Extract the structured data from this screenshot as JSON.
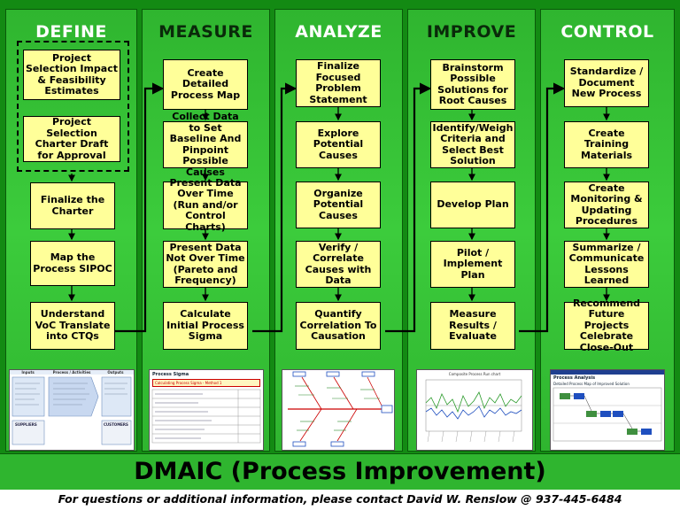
{
  "phases": [
    {
      "name": "DEFINE",
      "steps": [
        "Project Selection Impact & Feasibility Estimates",
        "Project Selection Charter Draft for Approval",
        "Finalize the Charter",
        "Map the Process SIPOC",
        "Understand VoC Translate into CTQs"
      ]
    },
    {
      "name": "MEASURE",
      "steps": [
        "Create Detailed Process Map",
        "Collect Data to Set Baseline And Pinpoint Possible Causes",
        "Present Data Over Time (Run and/or Control Charts)",
        "Present Data Not Over Time (Pareto and Frequency)",
        "Calculate Initial Process Sigma"
      ]
    },
    {
      "name": "ANALYZE",
      "steps": [
        "Finalize Focused Problem Statement",
        "Explore Potential Causes",
        "Organize Potential Causes",
        "Verify / Correlate Causes with Data",
        "Quantify Correlation To Causation"
      ]
    },
    {
      "name": "IMPROVE",
      "steps": [
        "Brainstorm Possible Solutions for Root Causes",
        "Identify/Weigh Criteria and Select Best Solution",
        "Develop Plan",
        "Pilot / Implement Plan",
        "Measure Results / Evaluate"
      ]
    },
    {
      "name": "CONTROL",
      "steps": [
        "Standardize / Document New Process",
        "Create Training Materials",
        "Create Monitoring & Updating Procedures",
        "Summarize / Communicate Lessons Learned",
        "Recommend Future Projects Celebrate Close-Out"
      ]
    }
  ],
  "thumbnails": {
    "sipoc": {
      "headers": [
        "Inputs",
        "Process / Activities",
        "Outputs"
      ],
      "footers": [
        "SUPPLIERS",
        "CUSTOMERS"
      ]
    },
    "sigma": {
      "title": "Process Sigma",
      "subtitle": "Calculating Process Sigma - Method 1"
    },
    "run": {
      "title": "Composite Process Run chart"
    },
    "analysis": {
      "title": "Process Analysis",
      "subtitle": "Detailed Process Map of Improved Solution"
    }
  },
  "banner": "DMAIC (Process Improvement)",
  "footer": "For questions or additional information, please contact David W. Renslow @ 937-445-6484"
}
